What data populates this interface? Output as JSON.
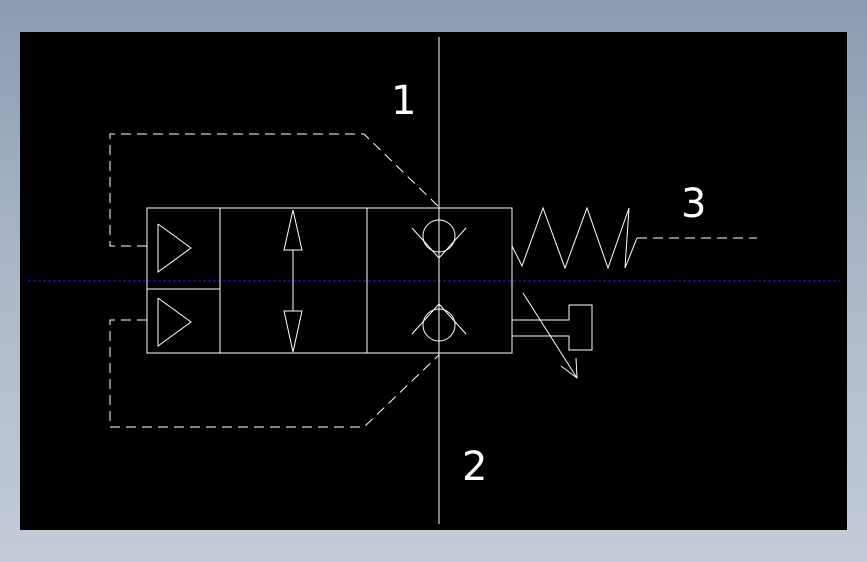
{
  "colors": {
    "background": "#000000",
    "line": "#ffffff",
    "centerline": "#1a1aff",
    "app_frame": "#a9b5c6"
  },
  "ports": {
    "port_1": "1",
    "port_2": "2",
    "port_3": "3"
  },
  "components": {
    "pilot_arrows": "triangle-icon",
    "double_arrow": "double-arrow-icon",
    "check_valves": "check-valve-icon",
    "spring": "spring-icon",
    "manual_override": "manual-override-icon",
    "adjustable_arrow": "diagonal-arrow-icon"
  }
}
